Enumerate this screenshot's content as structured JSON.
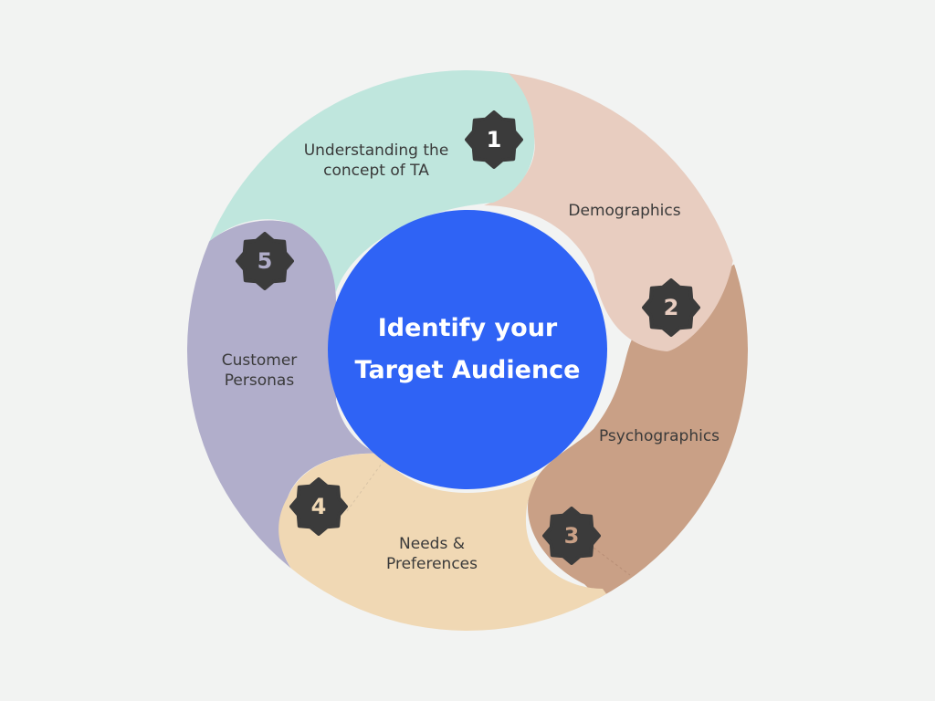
{
  "title": {
    "line1": "Identify your",
    "line2": "Target Audience"
  },
  "steps": [
    {
      "number": "1",
      "label_line1": "Understanding the",
      "label_line2": "concept of TA",
      "color": "#bfe6dd"
    },
    {
      "number": "2",
      "label_line1": "Demographics",
      "label_line2": "",
      "color": "#e8cdc0"
    },
    {
      "number": "3",
      "label_line1": "Psychographics",
      "label_line2": "",
      "color": "#c9a086"
    },
    {
      "number": "4",
      "label_line1": "Needs &",
      "label_line2": "Preferences",
      "color": "#f0d8b4"
    },
    {
      "number": "5",
      "label_line1": "Customer",
      "label_line2": "Personas",
      "color": "#b1aecb"
    }
  ],
  "colors": {
    "background": "#f2f3f2",
    "center": "#2f63f5",
    "badge": "#3b3b3b",
    "badge_text": [
      "#ffffff",
      "#e8cdc0",
      "#c9a086",
      "#f0d8b4",
      "#b1aecb"
    ]
  }
}
